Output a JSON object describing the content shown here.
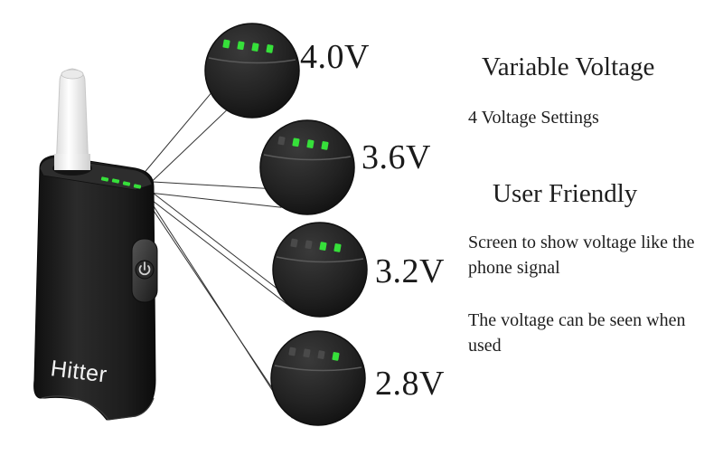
{
  "product": {
    "brand": "Hitter",
    "icons": {
      "power": "power-icon"
    },
    "colors": {
      "led_on": "#36e03a",
      "led_off": "#4a4a4a",
      "body": "#1f1f1f"
    }
  },
  "voltage_levels": [
    {
      "label": "4.0V",
      "bars_lit": 4,
      "bars_total": 4
    },
    {
      "label": "3.6V",
      "bars_lit": 3,
      "bars_total": 4
    },
    {
      "label": "3.2V",
      "bars_lit": 2,
      "bars_total": 4
    },
    {
      "label": "2.8V",
      "bars_lit": 1,
      "bars_total": 4
    }
  ],
  "features": [
    {
      "title": "Variable Voltage",
      "description": "4 Voltage Settings"
    },
    {
      "title": "User Friendly",
      "description": "Screen to show voltage like the phone signal"
    }
  ],
  "note": "The voltage can be seen when used"
}
